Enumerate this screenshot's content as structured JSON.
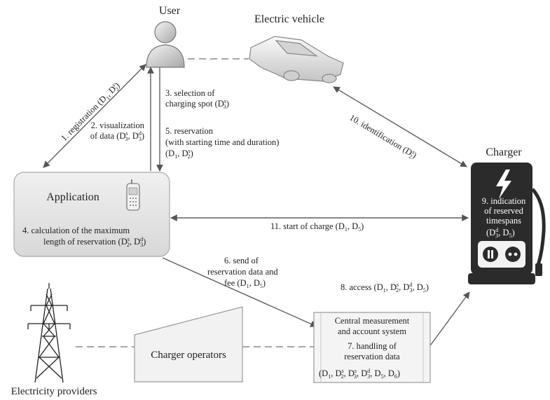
{
  "nodes": {
    "user": "User",
    "electric_vehicle": "Electric vehicle",
    "charger": "Charger",
    "application": "Application",
    "application_calc_1": "4. calculation of the maximum",
    "application_calc_2": "length of reservation (D",
    "charger_operators": "Charger operators",
    "central_1": "Central measurement",
    "central_2": "and account system",
    "central_3": "7. handling of",
    "central_4": "reservation data",
    "electricity_providers": "Electricity providers",
    "charger_ind_1": "9. indication",
    "charger_ind_2": "of reserved",
    "charger_ind_3": "timespans"
  },
  "steps": {
    "s1": "1. registration (D",
    "s2_line1": "2. visualization",
    "s2_line2": "of data (D",
    "s3_line1": "3. selection of",
    "s3_line2": "charging spot (D",
    "s5_line1": "5. reservation",
    "s5_line2": "(with starting time and duration)",
    "s6_line1": "6. send of",
    "s6_line2": "reservation data and",
    "s6_line3": "fee (D",
    "s8": "8. access (D",
    "s10": "10. identification (D",
    "s11": "11. start of charge (D"
  },
  "colors": {
    "line": "#6e6e6e",
    "box_fill": "#e6e6e6",
    "charger_body": "#2b2b2b",
    "dashed": "#808080"
  },
  "icons": [
    "user-icon",
    "car-icon",
    "phone-icon",
    "tower-icon",
    "charger-icon",
    "lightning-icon",
    "socket-icon"
  ]
}
